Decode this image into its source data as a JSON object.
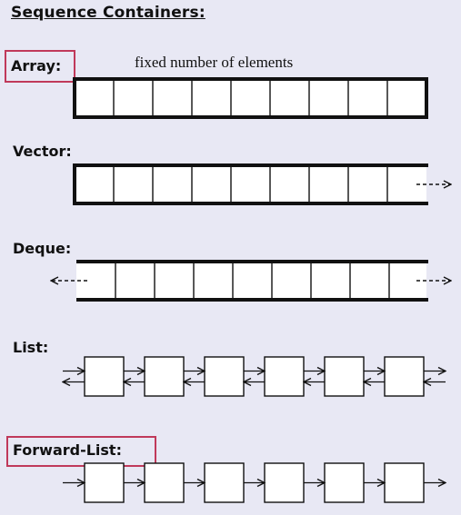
{
  "title": "Sequence Containers:",
  "array": {
    "label": "Array:",
    "caption": "fixed number of elements",
    "cells": 9
  },
  "vector": {
    "label": "Vector:",
    "cells": 9
  },
  "deque": {
    "label": "Deque:",
    "cells": 9
  },
  "list": {
    "label": "List:",
    "nodes": 6
  },
  "forward_list": {
    "label": "Forward-List:",
    "nodes": 6
  },
  "colors": {
    "highlight": "#c0395a",
    "cell_fill": "#ffffff",
    "stroke": "#111111",
    "background": "#e8e8f4"
  }
}
